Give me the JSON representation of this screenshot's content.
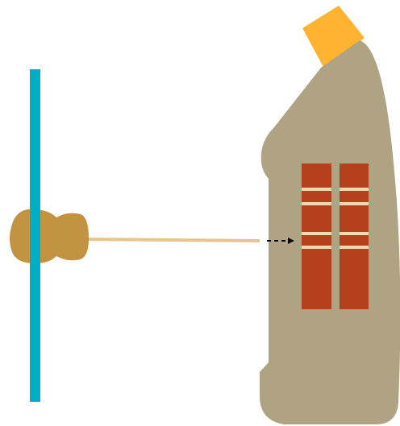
{
  "colors": {
    "background": "#ffffff",
    "pole": "#00afc6",
    "plug": "#c29341",
    "string": "#e6c58f",
    "bottle_body": "#afa384",
    "bottle_cap": "#ffb330",
    "label_panel": "#b5401e",
    "label_stripe": "#f3d9ad",
    "arrow": "#000000"
  },
  "icons": {
    "pole": "vertical-pole",
    "plug": "suction-plug",
    "string": "string-line",
    "bottle": "bottle-silhouette",
    "cap": "bottle-cap",
    "arrow": "dashed-arrow-right"
  }
}
